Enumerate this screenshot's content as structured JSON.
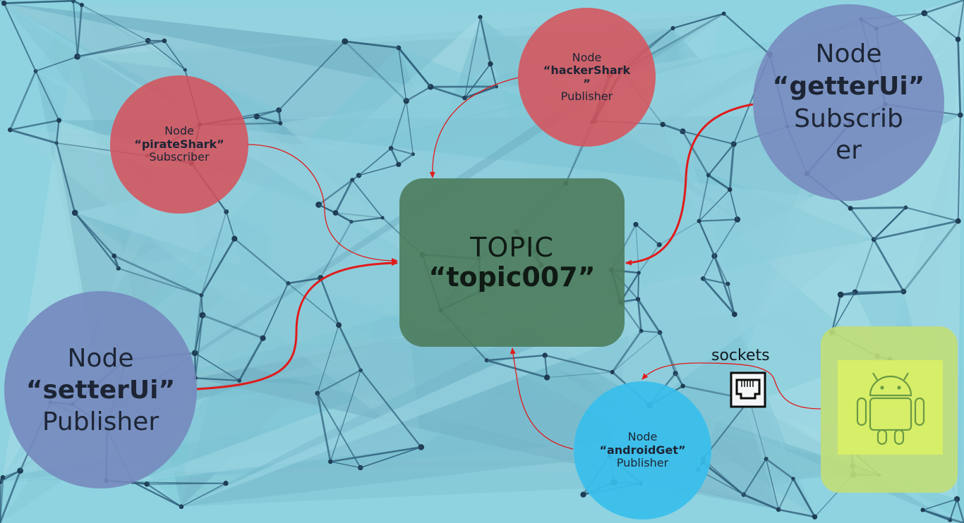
{
  "nodes": {
    "pirateShark": {
      "line1": "Node",
      "line2": "“pirateShark”",
      "line3": "Subscriber"
    },
    "hackerShark": {
      "line1": "Node",
      "line2a": "“hackerShark",
      "line2b": "”",
      "line3": "Publisher"
    },
    "getterUi": {
      "line1": "Node",
      "line2": "“getterUi”",
      "line3a": "Subscrib",
      "line3b": "er"
    },
    "setterUi": {
      "line1": "Node",
      "line2": "“setterUi”",
      "line3": "Publisher"
    },
    "androidGet": {
      "line1": "Node",
      "line2": "“androidGet”",
      "line3": "Publisher"
    }
  },
  "topic": {
    "label": "TOPIC",
    "name": "“topic007”"
  },
  "sockets": {
    "label": "sockets",
    "icon": "ethernet-port-icon"
  },
  "device": {
    "icon": "android-robot-icon"
  },
  "colors": {
    "background": "#8fd3e0",
    "subscriber_red": "#d6505a",
    "ui_node_blue": "#768abe",
    "android_node_blue": "#38beeb",
    "topic_green": "#4d7c5c",
    "device_green": "#c1de77",
    "arrow": "#e01b1b"
  }
}
